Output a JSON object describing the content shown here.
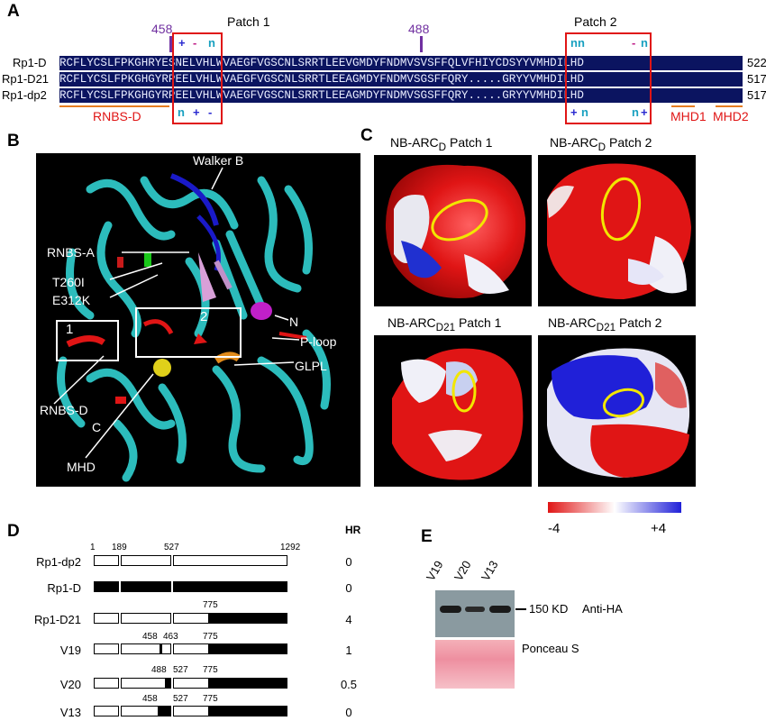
{
  "panels": {
    "a": "A",
    "b": "B",
    "c": "C",
    "d": "D",
    "e": "E"
  },
  "panel_a": {
    "patch1_label": "Patch 1",
    "patch2_label": "Patch 2",
    "pos_458": "458",
    "pos_488": "488",
    "rows": [
      {
        "name": "Rp1-D",
        "seq": "RCFLYCSLFPKGHRYESNELVHLWVAEGFVGSCNLSRRTLEEVGMDYFNDMVSVSFFQLVFHIYCDSYYVMHDILHD",
        "end": "522"
      },
      {
        "name": "Rp1-D21",
        "seq": "RCFLYCSLFPKGHGYRPEELVHLWVAEGFVGSCNLSRRTLEEAGMDYFNDMVSGSFFQRY.....GRYYVMHDILHD",
        "end": "517"
      },
      {
        "name": "Rp1-dp2",
        "seq": "RCFLYCSLFPKGHGYRPEELVHLWVAEGFVGSCNLSRRTLEEAGMDYFNDMVSGSFFQRY.....GRYYVMHDILHD",
        "end": "517"
      }
    ],
    "top_signs_p1": [
      "+",
      "-",
      "n"
    ],
    "top_signs_p2_left": "nn",
    "top_signs_p2_right": [
      "-",
      "n"
    ],
    "bot_signs_p1": [
      "n",
      "+",
      "-"
    ],
    "bot_signs_p2_left": [
      "+",
      "n"
    ],
    "bot_signs_p2_right": [
      "n",
      "+"
    ],
    "rnbs_d": "RNBS-D",
    "mhd1": "MHD1",
    "mhd2": "MHD2"
  },
  "panel_b": {
    "labels": {
      "walker_b": "Walker B",
      "rnbs_a": "RNBS-A",
      "t260i": "T260I",
      "e312k": "E312K",
      "n_term": "N",
      "p_loop": "P-loop",
      "glpl": "GLPL",
      "rnbs_d": "RNBS-D",
      "c_term": "C",
      "mhd": "MHD",
      "box1": "1",
      "box2": "2"
    }
  },
  "panel_c": {
    "titles": [
      {
        "main": "NB-ARC",
        "sub": "D",
        "rest": " Patch 1"
      },
      {
        "main": "NB-ARC",
        "sub": "D",
        "rest": " Patch 2"
      },
      {
        "main": "NB-ARC",
        "sub": "D21",
        "rest": " Patch 1"
      },
      {
        "main": "NB-ARC",
        "sub": "D21",
        "rest": " Patch 2"
      }
    ],
    "scale_min": "-4",
    "scale_max": "+4",
    "colors": {
      "neg": "#e01515",
      "pos": "#2020d8",
      "ellipse": "#f2e600"
    }
  },
  "panel_d": {
    "hr_header": "HR",
    "ticks": {
      "t1": "1",
      "t189": "189",
      "t527": "527",
      "t1292": "1292"
    },
    "constructs": [
      {
        "name": "Rp1-dp2",
        "hr": "0"
      },
      {
        "name": "Rp1-D",
        "hr": "0"
      },
      {
        "name": "Rp1-D21",
        "hr": "4",
        "labels": [
          "775"
        ]
      },
      {
        "name": "V19",
        "hr": "1",
        "labels": [
          "458",
          "463",
          "775"
        ]
      },
      {
        "name": "V20",
        "hr": "0.5",
        "labels": [
          "488",
          "527",
          "775"
        ]
      },
      {
        "name": "V13",
        "hr": "0",
        "labels": [
          "458",
          "527",
          "775"
        ]
      }
    ]
  },
  "panel_e": {
    "lanes": [
      "V19",
      "V20",
      "V13"
    ],
    "marker": "150 KD",
    "antibody": "Anti-HA",
    "stain": "Ponceau S"
  }
}
